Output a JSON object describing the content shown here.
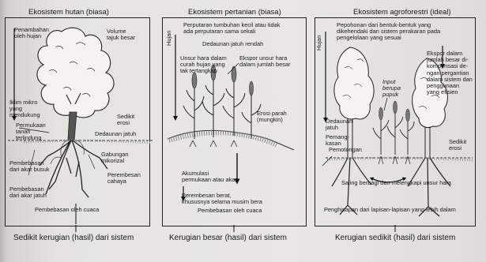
{
  "panels": [
    {
      "title": "Ekosistem hutan (biasa)",
      "labels": {
        "penambahan": "Penambahan\noleh hujan",
        "volume": "Volume\ntajuk besar",
        "iklim": "Iklim mikro\nyang\nmendukung",
        "permukaan": "Permukaan\ntanah\nterlindung",
        "sedikit": "Sedikit\nerosi",
        "dedaunan": "Dedaunan jatuh",
        "gabungan": "Gabungan\nmikorizal",
        "pembebasan_akar": "Pembebasan\ndari akar busuk",
        "perembesan": "Perembesan\ncahaya",
        "pembebasan_jatuh": "Pembebasan\ndari akar jatuh",
        "cuaca": "Pembebasan oleh cuaca"
      },
      "caption": "Sedikit kerugian (hasil) dari sistem"
    },
    {
      "title": "Ekosistem pertanian (biasa)",
      "labels": {
        "hujan": "Hujan",
        "perputaran": "Perputaran tumbuhan kecil atau tidak\nada perputaran sama sekali",
        "dedaunan": "Dedaunan jatuh rendah",
        "unsur": "Unsur hara dalam\ncurah hujan yang\ntak tertangkap",
        "ekspor": "Ekspor unsur hara\ndalam jumlah besar",
        "erosi": "Erosi parah\n(mungkin)",
        "akumulasi": "Akumulasi\npermukaan atau akar",
        "perembesan": "Perembesan berat,\nkhususnya selama musim bera",
        "cuaca": "Pembebasan oleh cuaca"
      },
      "caption": "Kerugian besar (hasil) dari sistem"
    },
    {
      "title": "Ekosistem agroforestri (ideal)",
      "labels": {
        "hujan": "Hujan",
        "pepohonan": "Pepohonan dari bentuk-bentuk yang\ndikehendaki dan sistem perakaran pada\npengelolaan yang sesuai",
        "ekspor": "Ekspor dalam\njumlah besar di-\nkompensasi de-\nngan pergantian\ndalam sistem dan\npenggunaan\nyang efisien",
        "input": "Input\nberupa\npupuk",
        "dedaunan": "Dedaunan\njatuh",
        "pemangkasan": "Pemang-\nkasan",
        "pemotongan": "Pemotongan",
        "sedikit": "Sedikit\nerosi",
        "saling": "Saling berbagi dan melengkapi unsur hara",
        "penghisapan": "Penghisapan dari lapisan-lapisan yang lebih dalam"
      },
      "caption": "Kerugian sedikit (hasil) dari sistem"
    }
  ]
}
